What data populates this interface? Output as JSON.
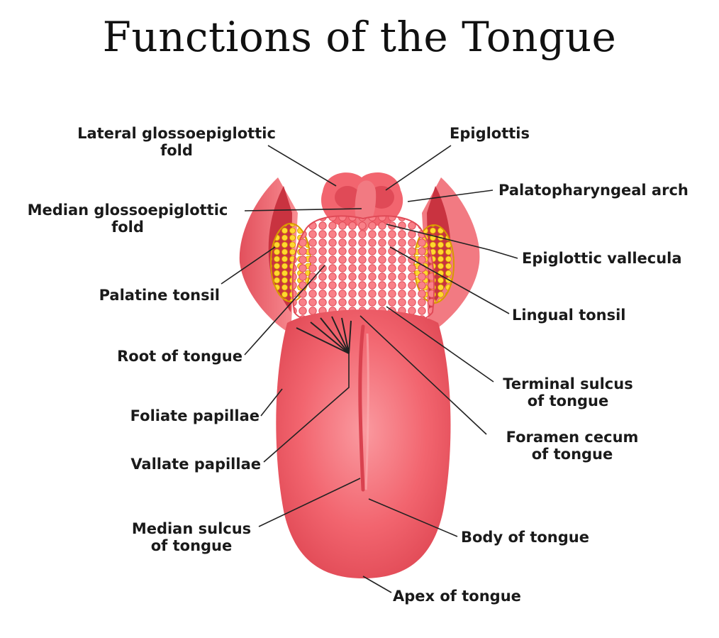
{
  "title": "Functions of the Tongue",
  "colors": {
    "tongue": "#f2656f",
    "tongue_light": "#f98d93",
    "tongue_dark": "#d9424f",
    "tonsil": "#f2c21b",
    "line": "#222222"
  },
  "labels": {
    "lateral_fold": {
      "line1": "Lateral glossoepiglottic",
      "line2": "fold"
    },
    "epiglottis": {
      "line1": "Epiglottis"
    },
    "palatopharyngeal_arch": {
      "line1": "Palatopharyngeal arch"
    },
    "median_fold": {
      "line1": "Median glossoepiglottic",
      "line2": "fold"
    },
    "epiglottic_vallecula": {
      "line1": "Epiglottic vallecula"
    },
    "palatine_tonsil": {
      "line1": "Palatine tonsil"
    },
    "lingual_tonsil": {
      "line1": "Lingual tonsil"
    },
    "root_of_tongue": {
      "line1": "Root of tongue"
    },
    "terminal_sulcus": {
      "line1": "Terminal sulcus",
      "line2": "of tongue"
    },
    "foliate_papillae": {
      "line1": "Foliate papillae"
    },
    "foramen_cecum": {
      "line1": "Foramen cecum",
      "line2": "of tongue"
    },
    "vallate_papillae": {
      "line1": "Vallate papillae"
    },
    "median_sulcus": {
      "line1": "Median sulcus",
      "line2": "of tongue"
    },
    "body_of_tongue": {
      "line1": "Body of tongue"
    },
    "apex_of_tongue": {
      "line1": "Apex of tongue"
    }
  }
}
